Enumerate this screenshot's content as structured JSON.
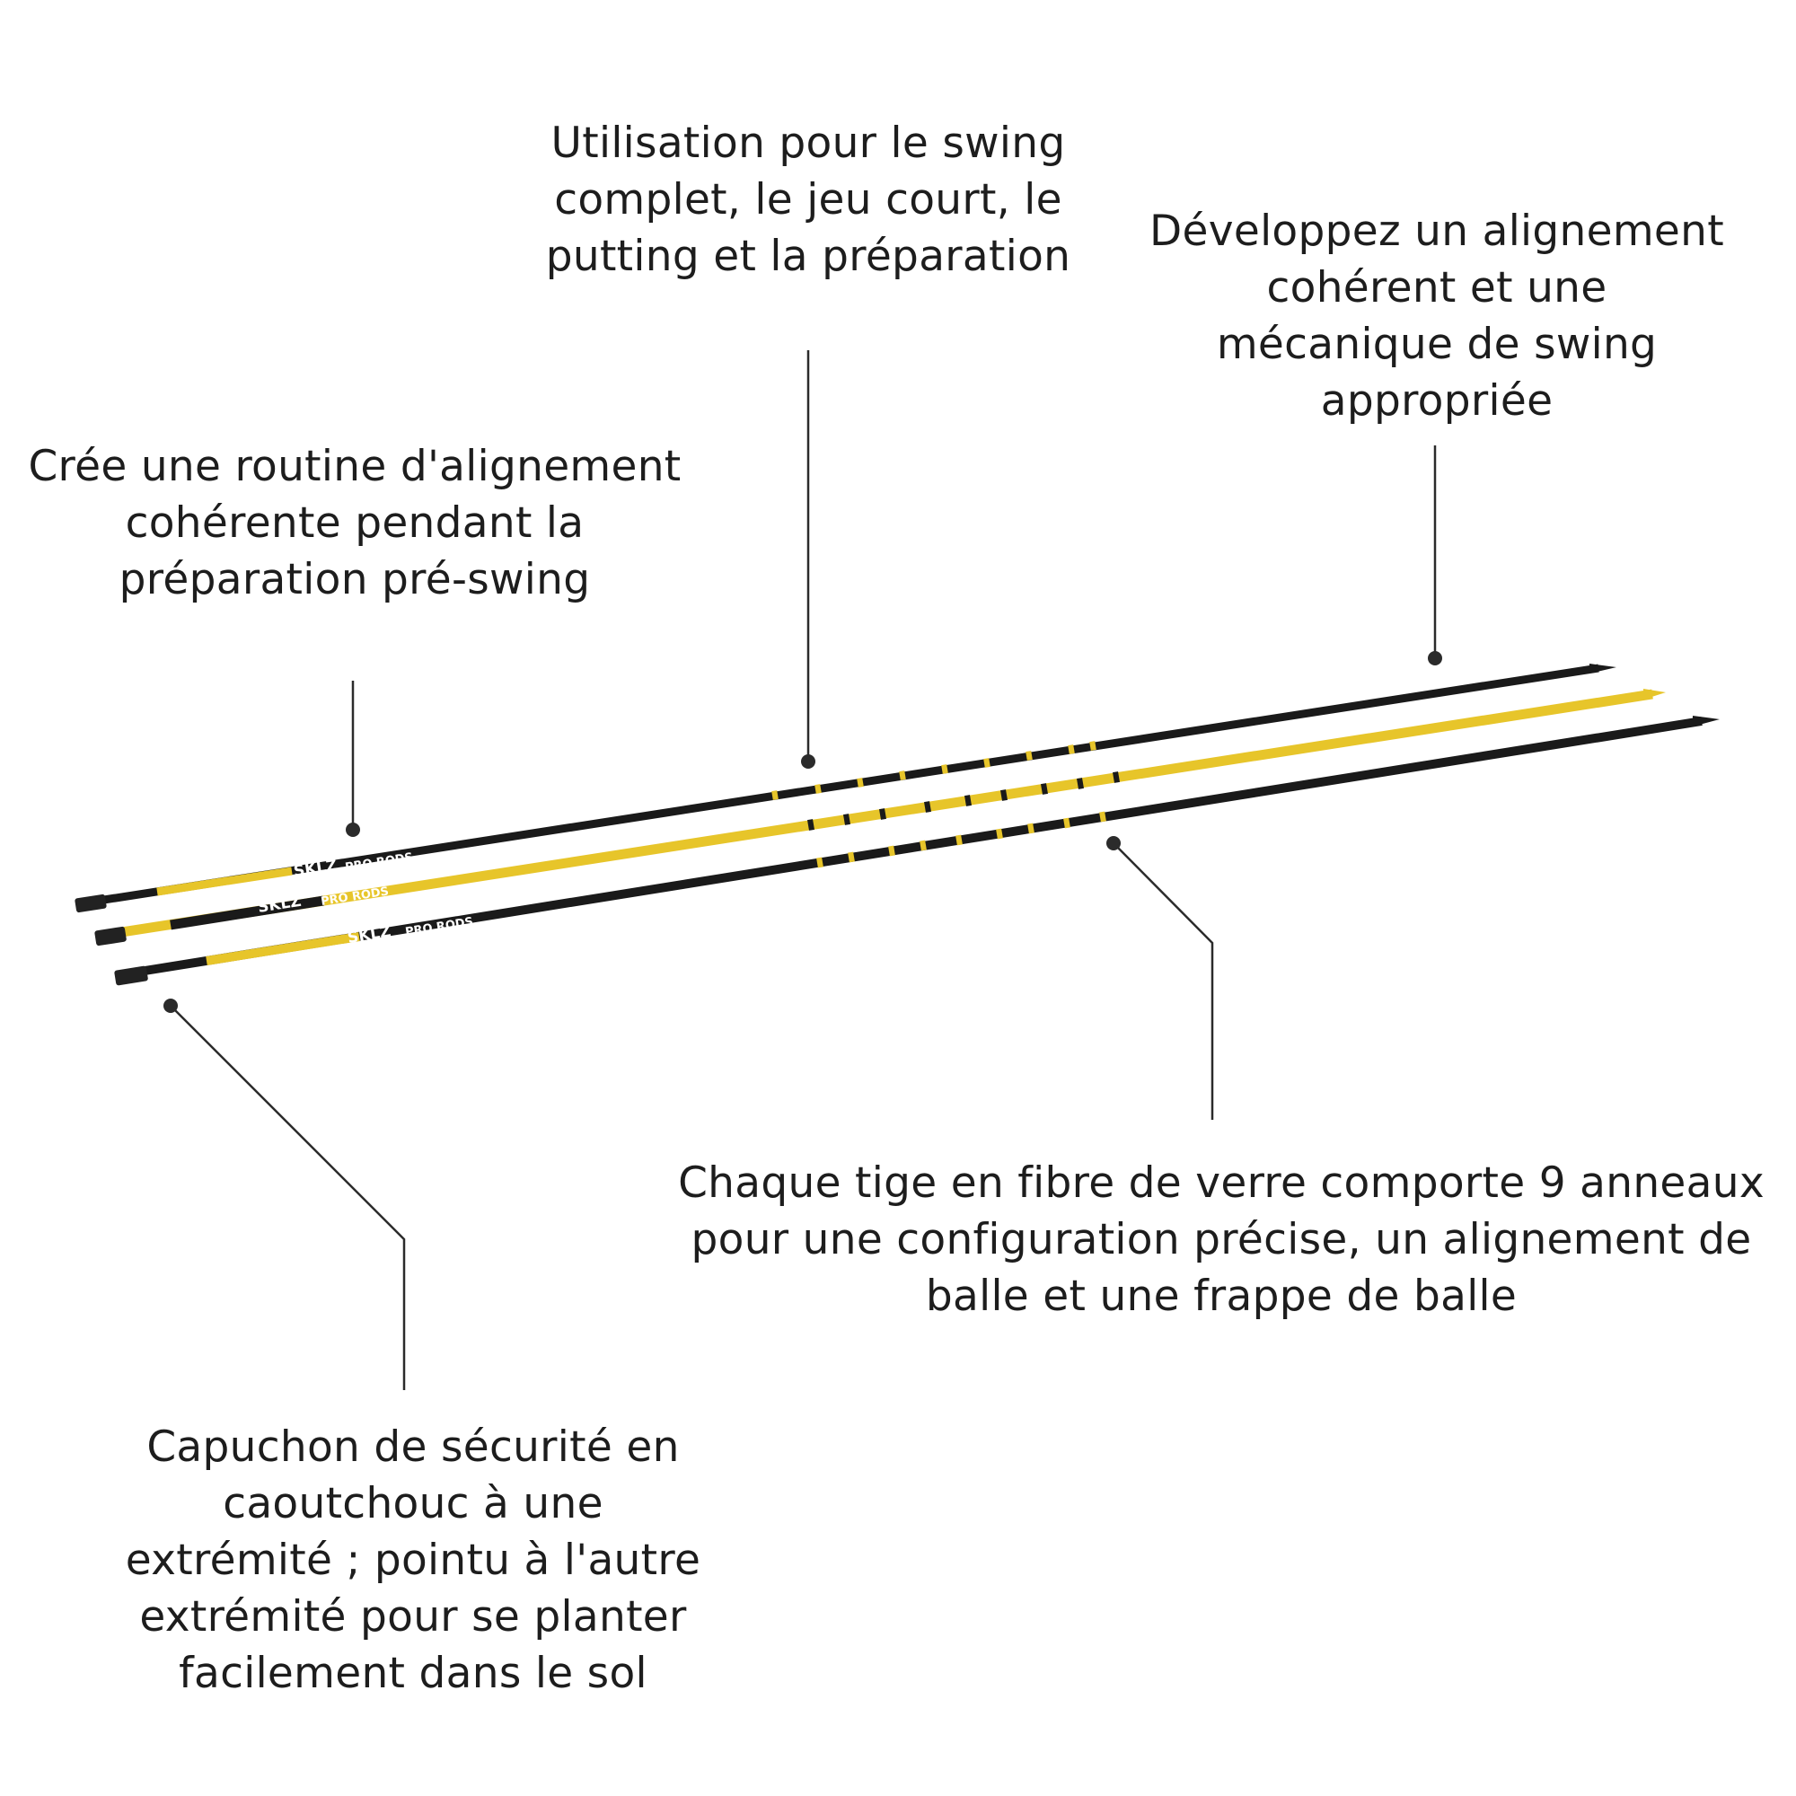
{
  "callouts": {
    "swing_usage": [
      "Utilisation pour le swing",
      "complet, le jeu court, le",
      "putting et la préparation"
    ],
    "alignment_mechanics": [
      "Développez un alignement",
      "cohérent et une",
      "mécanique de swing",
      "appropriée"
    ],
    "routine": [
      "Crée une routine d'alignement",
      "cohérente pendant la",
      "préparation pré-swing"
    ],
    "rings": [
      "Chaque tige en fibre de verre comporte 9 anneaux",
      "pour une configuration précise, un alignement de",
      "balle et une frappe de balle"
    ],
    "safety_cap": [
      "Capuchon de sécurité en",
      "caoutchouc à une",
      "extrémité ; pointu à l'autre",
      "extrémité pour se planter",
      "facilement dans le sol"
    ]
  },
  "product": {
    "brand_text": "SKLZ",
    "model_text": "PRO RODS",
    "rod_count": 3,
    "rod_colors": [
      "black",
      "yellow",
      "black"
    ],
    "rings_per_rod": 9
  },
  "colors": {
    "black": "#1a1a1a",
    "yellow": "#e7c52a",
    "leader": "#2b2b2b",
    "text": "#1d1d1d"
  }
}
